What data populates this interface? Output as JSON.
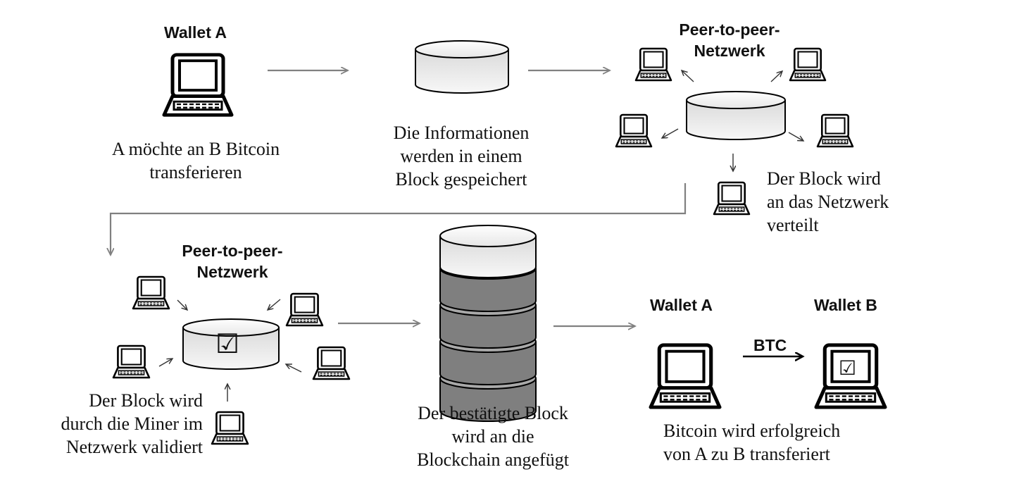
{
  "step1": {
    "title": "Wallet A",
    "caption": [
      "A möchte an B Bitcoin",
      "transferieren"
    ]
  },
  "step2": {
    "caption": [
      "Die Informationen",
      "werden in einem",
      "Block gespeichert"
    ]
  },
  "step3": {
    "title": [
      "Peer-to-peer-",
      "Netzwerk"
    ],
    "caption": [
      "Der Block wird",
      "an das Netzwerk",
      "verteilt"
    ]
  },
  "step4": {
    "title": [
      "Peer-to-peer-",
      "Netzwerk"
    ],
    "caption": [
      "Der Block wird",
      "durch die Miner im",
      "Netzwerk validiert"
    ],
    "check_symbol": "☑"
  },
  "step5": {
    "caption": [
      "Der bestätigte Block",
      "wird an die",
      "Blockchain angefügt"
    ]
  },
  "step6": {
    "wallet_a": "Wallet A",
    "wallet_b": "Wallet B",
    "transfer_label": "BTC",
    "check_symbol": "☑",
    "caption": [
      "Bitcoin wird erfolgreich",
      "von A zu B transferiert"
    ]
  },
  "colors": {
    "arrow": "#808080",
    "outline": "#000000",
    "disk_top": "#f2f2f2",
    "disk_side": "#d4d4d4",
    "chain_dark": "#7f7f7f",
    "chain_light": "#ececec"
  }
}
